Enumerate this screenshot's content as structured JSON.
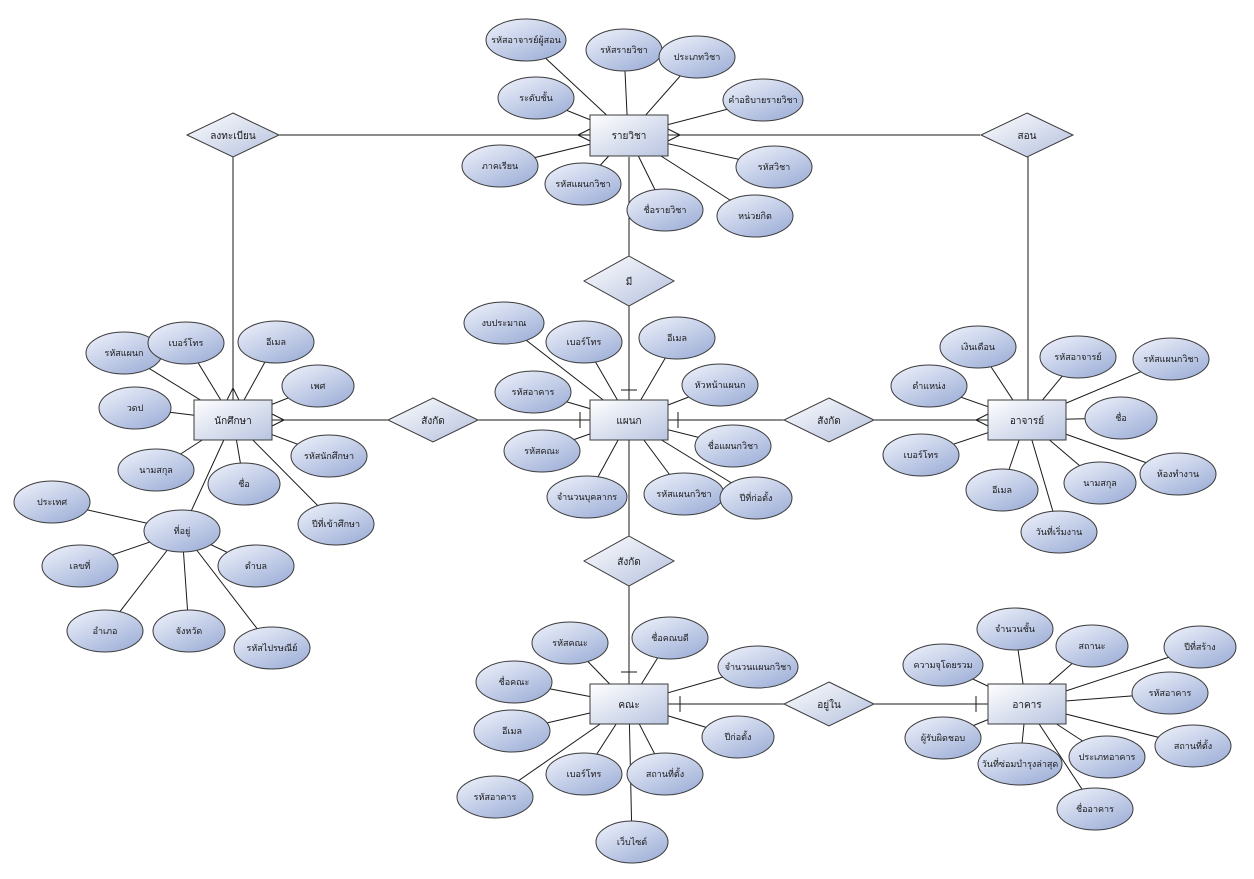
{
  "diagram": {
    "entities": {
      "course": "รายวิชา",
      "department": "แผนก",
      "student": "นักศึกษา",
      "teacher": "อาจารย์",
      "faculty": "คณะ",
      "building": "อาคาร"
    },
    "relationships": {
      "register": "ลงทะเบียน",
      "teach": "สอน",
      "have": "มี",
      "affiliate_student": "สังกัด",
      "affiliate_teacher": "สังกัด",
      "affiliate_faculty": "สังกัด",
      "located_in": "อยู่ใน"
    },
    "attributes": {
      "course": {
        "instructor_id": "รหัสอาจารย์ผู้สอน",
        "course_code": "รหัสรายวิชา",
        "course_type": "ประเภทวิชา",
        "level": "ระดับชั้น",
        "description": "คำอธิบายรายวิชา",
        "semester": "ภาคเรียน",
        "subject_code": "รหัสวิชา",
        "dept_code": "รหัสแผนกวิชา",
        "course_name": "ชื่อรายวิชา",
        "credits": "หน่วยกิต"
      },
      "department": {
        "budget": "งบประมาณ",
        "phone": "เบอร์โทร",
        "email": "อีเมล",
        "building_code": "รหัสอาคาร",
        "head": "หัวหน้าแผนก",
        "faculty_code": "รหัสคณะ",
        "dept_name": "ชื่อแผนกวิชา",
        "staff_count": "จำนวนบุคลากร",
        "dept_code": "รหัสแผนกวิชา",
        "year_founded": "ปีที่ก่อตั้ง"
      },
      "student": {
        "dept_code": "รหัสแผนก",
        "phone": "เบอร์โทร",
        "email": "อีเมล",
        "dob": "วดป",
        "gender": "เพศ",
        "surname": "นามสกุล",
        "name": "ชื่อ",
        "student_id": "รหัสนักศึกษา",
        "year_enrolled": "ปีที่เข้าศึกษา",
        "address": "ที่อยู่"
      },
      "address": {
        "country": "ประเทศ",
        "house_no": "เลขที่",
        "subdistrict": "ตำบล",
        "district": "อำเภอ",
        "province": "จังหวัด",
        "postcode": "รหัสไปรษณีย์"
      },
      "teacher": {
        "salary": "เงินเดือน",
        "teacher_id": "รหัสอาจารย์",
        "dept_code": "รหัสแผนกวิชา",
        "position": "ตำแหน่ง",
        "name": "ชื่อ",
        "phone": "เบอร์โทร",
        "office": "ห้องทำงาน",
        "surname": "นามสกุล",
        "email": "อีเมล",
        "start_date": "วันที่เริ่มงาน"
      },
      "faculty": {
        "faculty_code": "รหัสคณะ",
        "dean": "ชื่อคณบดี",
        "faculty_name": "ชื่อคณะ",
        "dept_count": "จำนวนแผนกวิชา",
        "email": "อีเมล",
        "year_founded": "ปีก่อตั้ง",
        "building_code": "รหัสอาคาร",
        "phone": "เบอร์โทร",
        "location": "สถานที่ตั้ง",
        "website": "เว็บไซต์"
      },
      "building": {
        "floors": "จำนวนชั้น",
        "status": "สถานะ",
        "capacity": "ความจุโดยรวม",
        "year_built": "ปีที่สร้าง",
        "building_code": "รหัสอาคาร",
        "manager": "ผู้รับผิดชอบ",
        "location": "สถานที่ตั้ง",
        "last_repair": "วันที่ซ่อมบำรุงล่าสุด",
        "building_type": "ประเภทอาคาร",
        "building_name": "ชื่ออาคาร"
      }
    },
    "colors": {
      "entity_fill_top": "#ffffff",
      "entity_fill_bottom": "#b8c4e0",
      "attribute_fill_top": "#f0f3fb",
      "attribute_fill_bottom": "#9fb0d8",
      "relationship_fill_top": "#ffffff",
      "relationship_fill_bottom": "#b3bfdd",
      "stroke": "#3b3b3b",
      "line": "#1a1a1a"
    }
  }
}
